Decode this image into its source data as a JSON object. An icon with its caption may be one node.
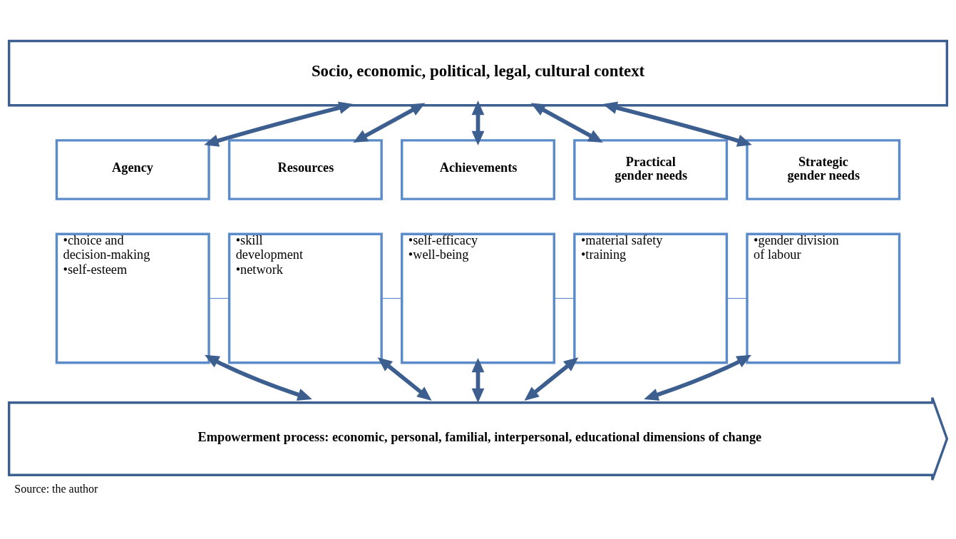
{
  "diagram": {
    "caption": "Source: the author",
    "nodes": [
      {
        "text": [
          "Socio, economic, political, legal, cultural context"
        ]
      },
      {
        "text": [
          "Agency"
        ]
      },
      {
        "text": [
          "•choice and decision-making",
          "•self-esteem"
        ]
      },
      {
        "text": [
          "Resources"
        ]
      },
      {
        "text": [
          "•skill development",
          "•network"
        ]
      },
      {
        "text": [
          "Achievements"
        ]
      },
      {
        "text": [
          "•self-efficacy",
          "•well-being"
        ]
      },
      {
        "text": [
          "Practical gender needs"
        ]
      },
      {
        "text": [
          "•material safety",
          "•training"
        ]
      },
      {
        "text": [
          "Strategic gender needs"
        ]
      },
      {
        "text": [
          "•gender division of labour"
        ]
      },
      {
        "text": [
          "Empowerment process: economic, personal, familial, interpersonal, educational dimensions of change"
        ]
      }
    ],
    "edges": [
      {
        "from": 0,
        "to": 1,
        "arrow": "both"
      },
      {
        "from": 0,
        "to": 3,
        "arrow": "both"
      },
      {
        "from": 0,
        "to": 5,
        "arrow": "both"
      },
      {
        "from": 0,
        "to": 7,
        "arrow": "both"
      },
      {
        "from": 0,
        "to": 9,
        "arrow": "both"
      },
      {
        "from": 2,
        "to": 11,
        "arrow": "both"
      },
      {
        "from": 4,
        "to": 11,
        "arrow": "both"
      },
      {
        "from": 6,
        "to": 11,
        "arrow": "both"
      },
      {
        "from": 8,
        "to": 11,
        "arrow": "both"
      },
      {
        "from": 10,
        "to": 11,
        "arrow": "both"
      },
      {
        "from": 2,
        "to": 4,
        "arrow": "none",
        "color": "#5b8bc9"
      },
      {
        "from": 4,
        "to": 6,
        "arrow": "none",
        "color": "#5b8bc9"
      },
      {
        "from": 6,
        "to": 8,
        "arrow": "none",
        "color": "#5b8bc9"
      },
      {
        "from": 8,
        "to": 10,
        "arrow": "none",
        "color": "#5b8bc9"
      }
    ]
  }
}
